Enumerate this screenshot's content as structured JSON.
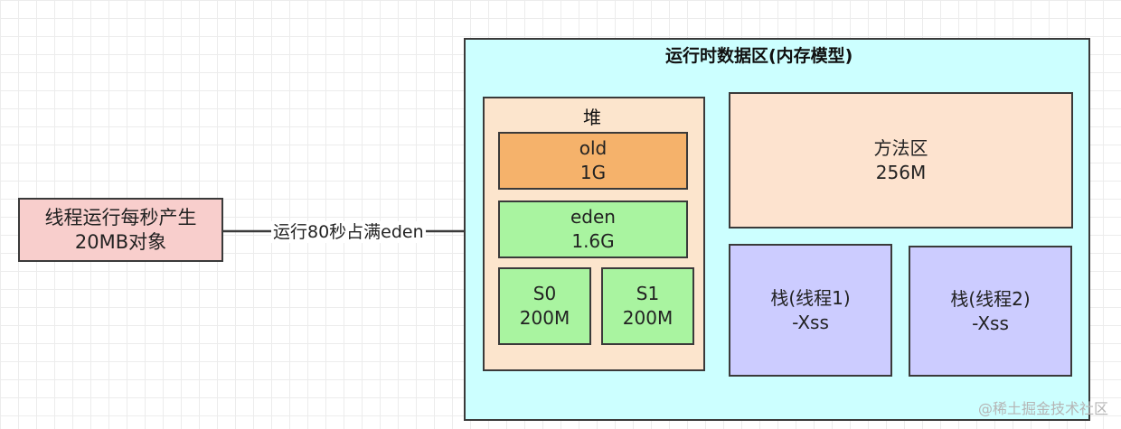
{
  "colors": {
    "source_fill": "#f8cecc",
    "runtime_fill": "#ccffff",
    "heap_fill": "#fce5cd",
    "old_fill": "#f5b26b",
    "young_fill": "#a9f4a0",
    "method_fill": "#fde3cf",
    "stack_fill": "#ccccff",
    "border": "#3a3a3a"
  },
  "source": {
    "line1": "线程运行每秒产生",
    "line2": "20MB对象"
  },
  "edge": {
    "label": "运行80秒占满eden"
  },
  "runtime": {
    "title": "运行时数据区(内存模型)"
  },
  "heap": {
    "title": "堆",
    "old": {
      "name": "old",
      "size": "1G"
    },
    "eden": {
      "name": "eden",
      "size": "1.6G"
    },
    "s0": {
      "name": "S0",
      "size": "200M"
    },
    "s1": {
      "name": "S1",
      "size": "200M"
    }
  },
  "method_area": {
    "name": "方法区",
    "size": "256M"
  },
  "stacks": [
    {
      "name": "栈(线程1)",
      "param": "-Xss"
    },
    {
      "name": "栈(线程2)",
      "param": "-Xss"
    }
  ],
  "watermark": "@稀土掘金技术社区"
}
